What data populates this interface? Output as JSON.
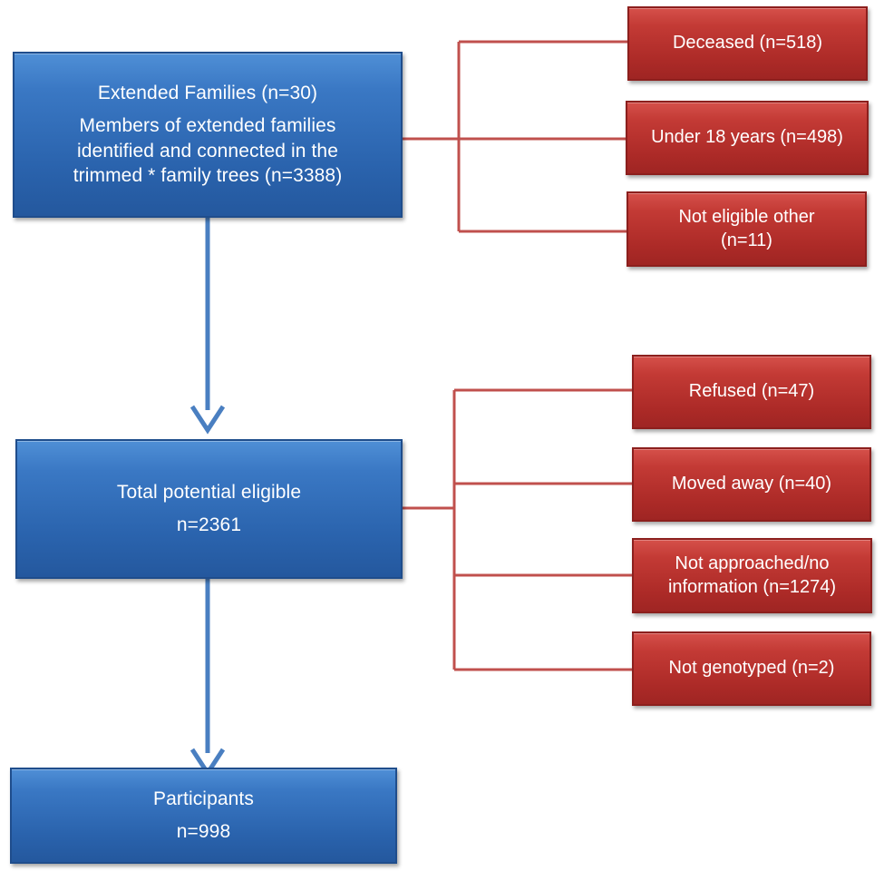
{
  "main_boxes": {
    "extended_families": {
      "title": "Extended Families (n=30)",
      "line1": "Members of extended families",
      "line2": "identified and connected in the",
      "line3": "trimmed * family trees (n=3388)"
    },
    "total_eligible": {
      "title": "Total potential eligible",
      "count": "n=2361"
    },
    "participants": {
      "title": "Participants",
      "count": "n=998"
    }
  },
  "exclusions_stage1": [
    {
      "lines": [
        "Deceased (n=518)"
      ]
    },
    {
      "lines": [
        "Under 18 years (n=498)"
      ]
    },
    {
      "lines": [
        "Not eligible other",
        "(n=11)"
      ]
    }
  ],
  "exclusions_stage2": [
    {
      "lines": [
        "Refused (n=47)"
      ]
    },
    {
      "lines": [
        "Moved away (n=40)"
      ]
    },
    {
      "lines": [
        "Not approached/no",
        "information (n=1274)"
      ]
    },
    {
      "lines": [
        "Not genotyped (n=2)"
      ]
    }
  ],
  "colors": {
    "main_box": "#2a63ad",
    "exclusion_box": "#ac2a27",
    "flow_arrow": "#4a7fc1",
    "exclusion_connector": "#c0504d"
  }
}
